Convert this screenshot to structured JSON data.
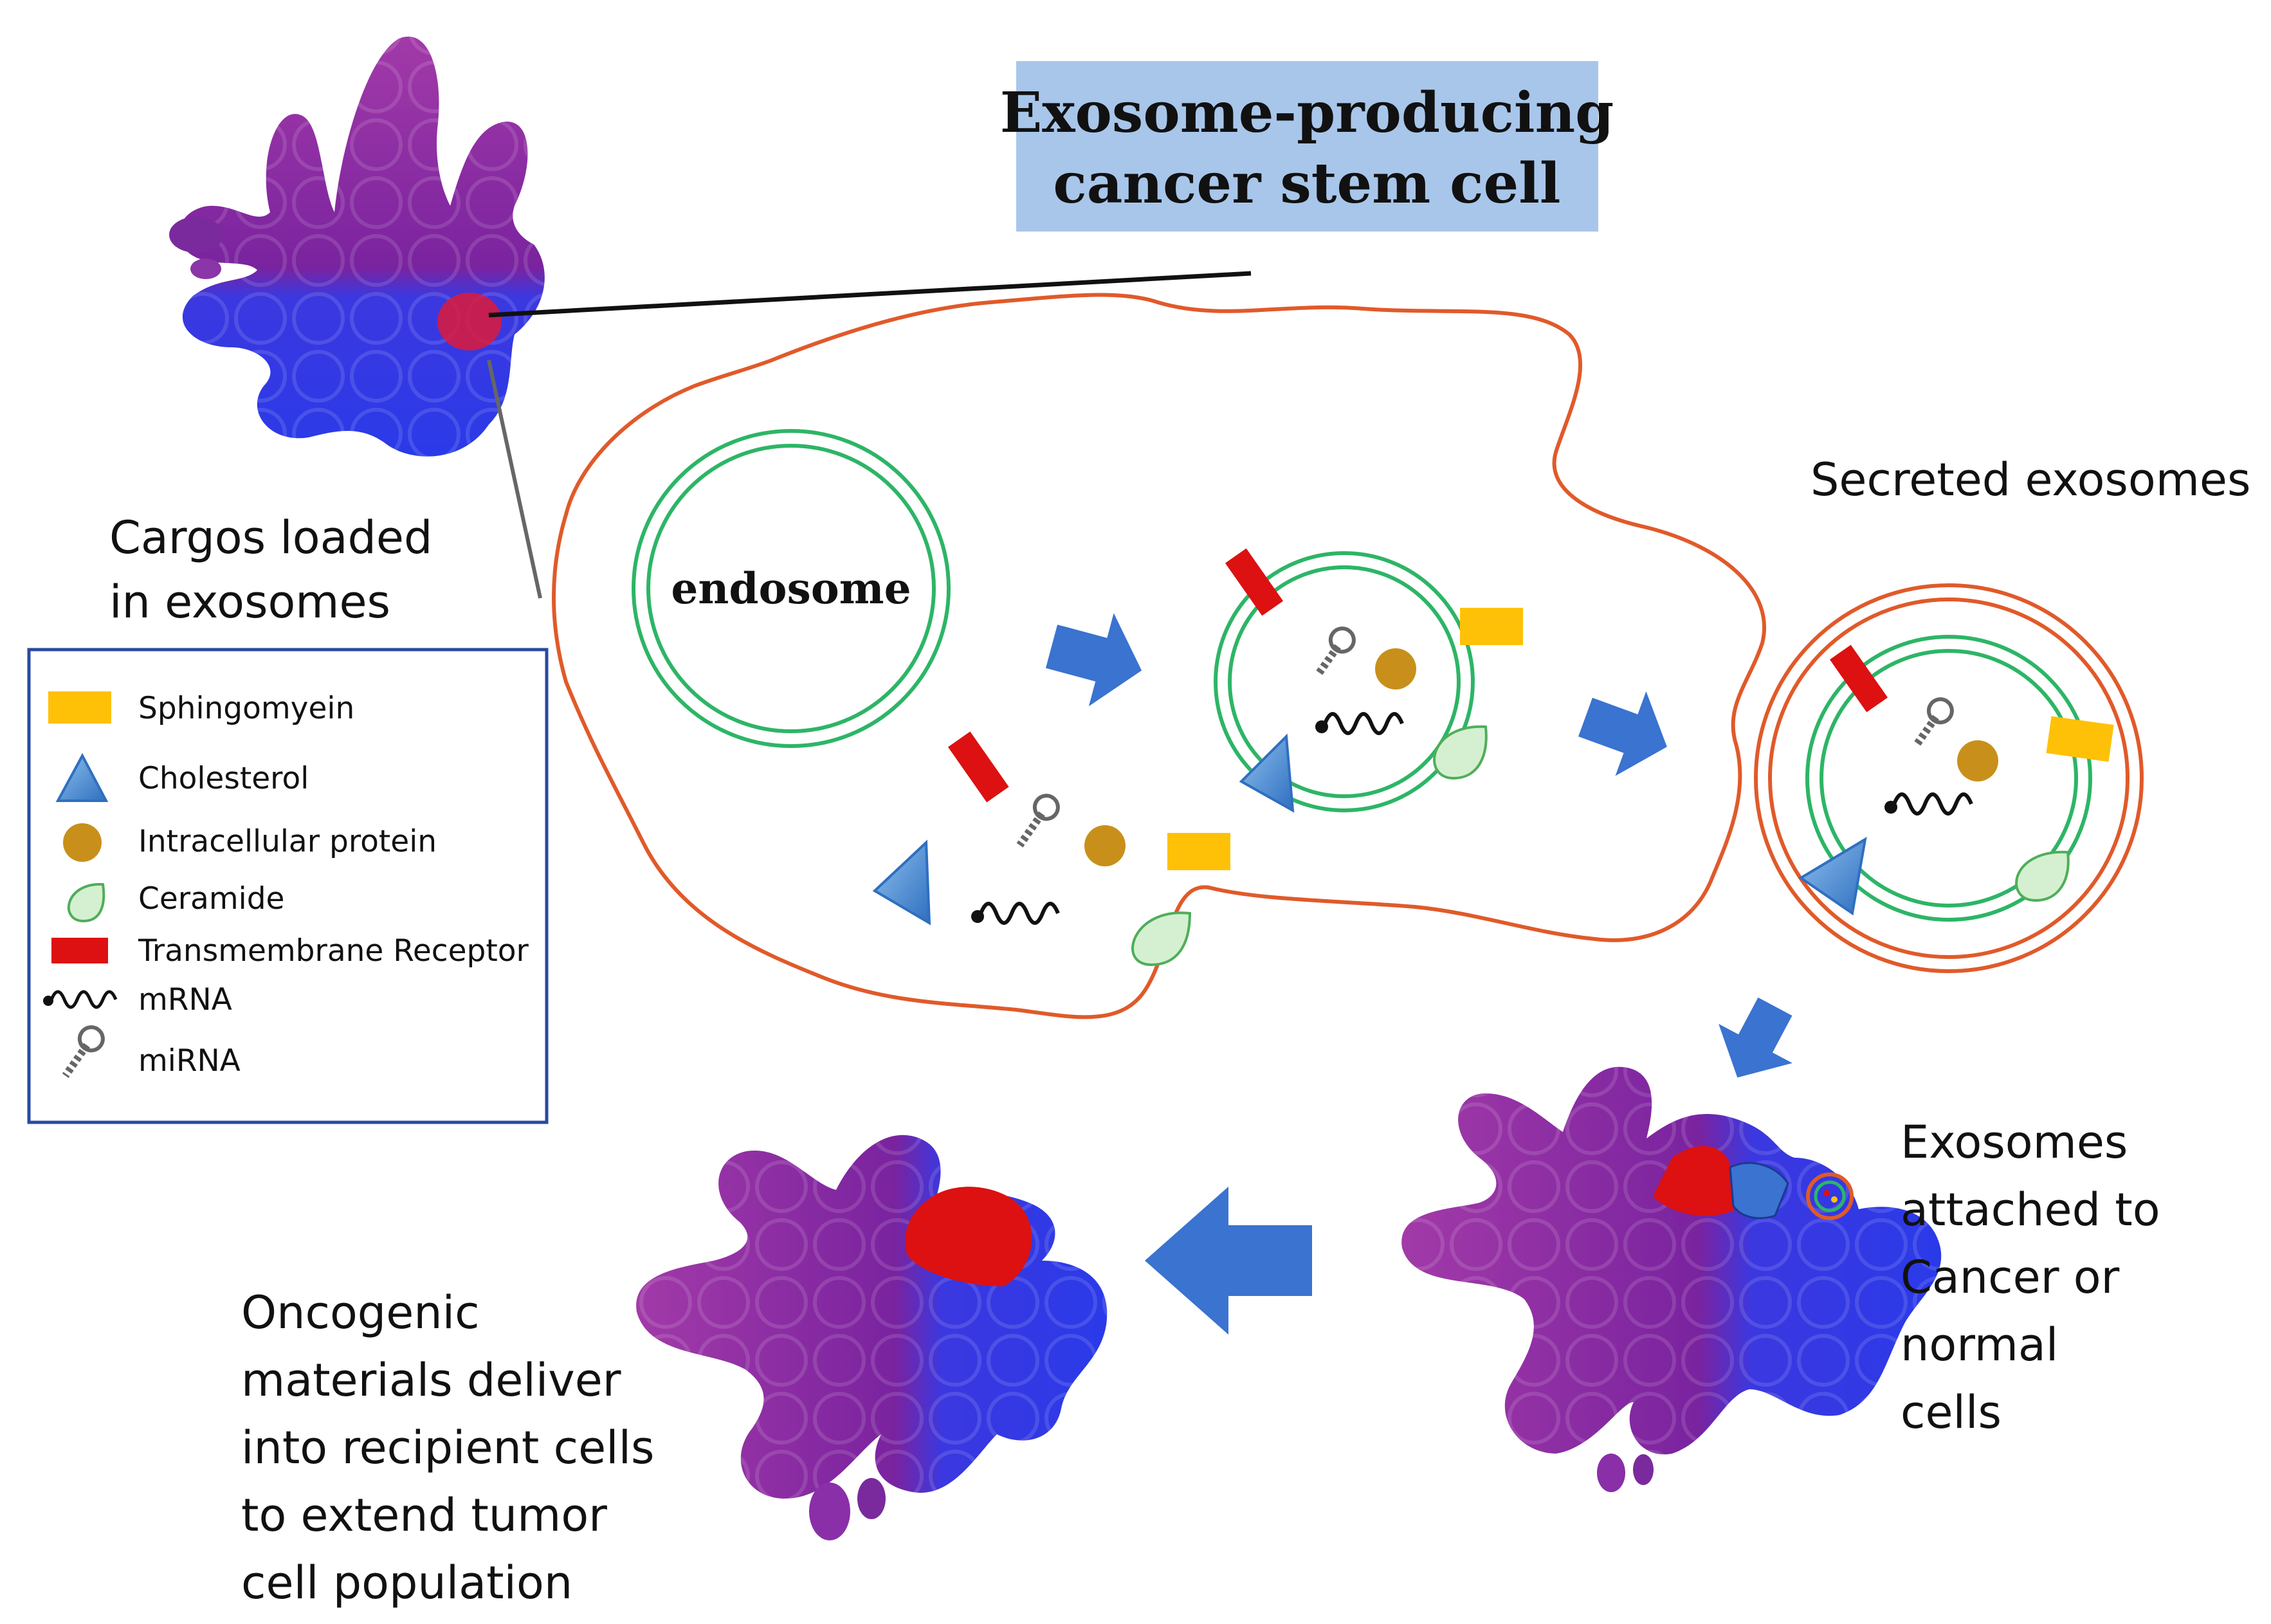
{
  "title": {
    "line1": "Exosome-producing",
    "line2": "cancer stem cell"
  },
  "endosome_label": "endosome",
  "captions": {
    "cargos": [
      "Cargos loaded",
      "in exosomes"
    ],
    "secreted": "Secreted exosomes",
    "attached": [
      "Exosomes",
      "attached to",
      "Cancer or",
      "normal",
      "cells"
    ],
    "oncogenic": [
      "Oncogenic",
      "materials deliver",
      "into recipient cells",
      "to extend tumor",
      "cell population"
    ]
  },
  "legend": {
    "items": [
      {
        "label": "Sphingomyein",
        "icon": "sphingomyelin-rect"
      },
      {
        "label": "Cholesterol",
        "icon": "cholesterol-triangle"
      },
      {
        "label": "Intracellular protein",
        "icon": "protein-circle"
      },
      {
        "label": "Ceramide",
        "icon": "ceramide-drop"
      },
      {
        "label": "Transmembrane Receptor",
        "icon": "receptor-rect"
      },
      {
        "label": "mRNA",
        "icon": "mrna-squiggle"
      },
      {
        "label": "miRNA",
        "icon": "mirna-hairpin"
      }
    ]
  },
  "colors": {
    "cell_purple": "#8a2fa8",
    "cell_violet": "#6a1b9a",
    "cell_blue": "#2b45e8",
    "cell_red": "#dd1111",
    "membrane_orange": "#e05a2a",
    "vesicle_green": "#2db566",
    "arrow_blue": "#3a73d0",
    "sphingomyelin": "#ffc107",
    "cholesterol": "#4a90d9",
    "protein": "#c8901a",
    "ceramide": "#d4f0d0",
    "receptor": "#dd1111",
    "title_box": "#a8c6ea",
    "legend_border": "#2a4aa0"
  }
}
